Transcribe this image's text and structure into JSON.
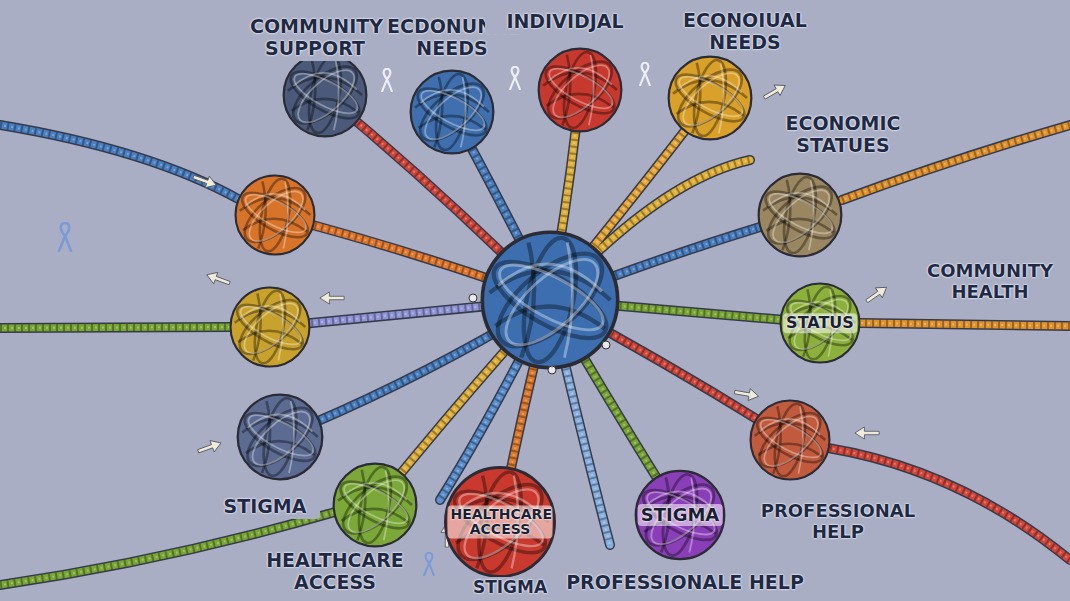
{
  "diagram": {
    "nodes": [
      {
        "text": [
          "COMMUNITY SUPPORT"
        ]
      },
      {
        "text": [
          "ECDONUNAL NEEDS"
        ]
      },
      {
        "text": [
          "INDIVIDJAL"
        ]
      },
      {
        "text": [
          "ECONOIUAL NEEDS"
        ]
      },
      {
        "text": [
          "ECONOMIC STATUES"
        ]
      },
      {
        "text": [
          "STATUS"
        ]
      },
      {
        "text": [
          "STIGMA"
        ]
      },
      {
        "text": [
          "HEALTHCARE ACCESS"
        ]
      },
      {
        "text": [
          "HEALTHCARE ACCESS"
        ]
      },
      {
        "text": [
          "STIGMA"
        ]
      },
      {
        "text": [
          "PROFESSIONAL HELP"
        ]
      }
    ],
    "labels": [
      "COMMUNITY HEALTH",
      "PROFESSIONALE HELP",
      "STIGMA"
    ]
  }
}
